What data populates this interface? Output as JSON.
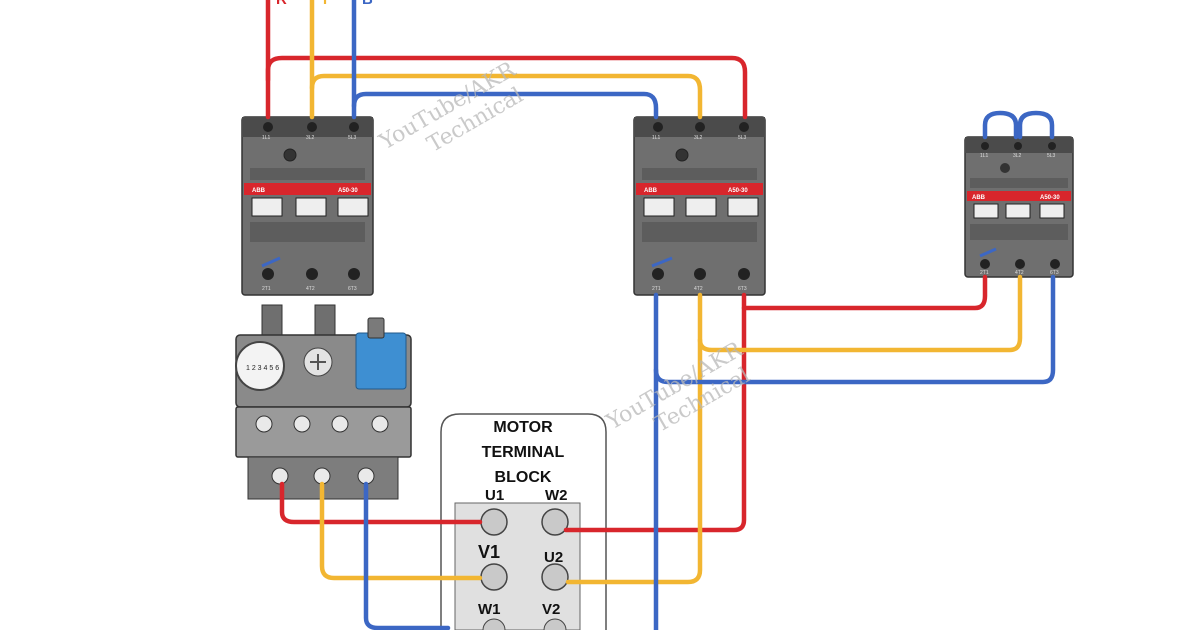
{
  "phases": {
    "r": "R",
    "y": "Y",
    "b": "B"
  },
  "colors": {
    "red": "#d8262c",
    "yellow": "#f2b632",
    "blue": "#3c67c4",
    "contactor_body": "#6f6f6f",
    "contactor_band": "#d8262c"
  },
  "contactors": {
    "brand": "ABB",
    "model": "A50-30",
    "main": {
      "top": [
        "1L1",
        "3L2",
        "5L3"
      ],
      "bottom": [
        "2T1",
        "4T2",
        "6T3"
      ]
    },
    "delta": {
      "top": [
        "1L1",
        "3L2",
        "5L3"
      ],
      "bottom": [
        "2T1",
        "4T2",
        "6T3"
      ]
    },
    "star": {
      "top": [
        "1L1",
        "3L2",
        "5L3"
      ],
      "bottom": [
        "2T1",
        "4T2",
        "6T3"
      ]
    }
  },
  "watermarks": [
    {
      "line1": "YouTube/AKR",
      "line2": "Technical"
    },
    {
      "line1": "YouTube/AKR",
      "line2": "Technical"
    }
  ],
  "terminal_block": {
    "title_1": "MOTOR",
    "title_2": "TERMINAL",
    "title_3": "BLOCK",
    "terminals": {
      "u1": "U1",
      "w2": "W2",
      "v1": "V1",
      "u2": "U2",
      "w1": "W1",
      "v2": "V2"
    }
  },
  "overload_relay": {
    "dial": "1 2 3 4 5 6"
  }
}
